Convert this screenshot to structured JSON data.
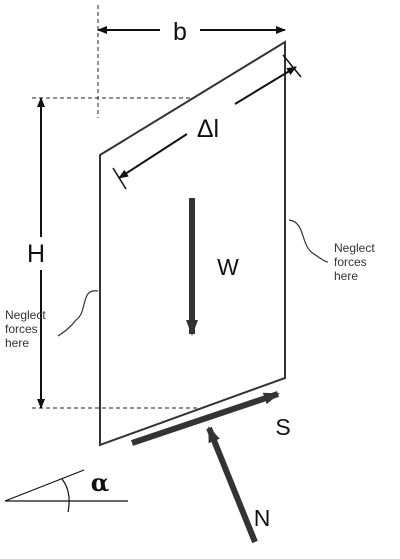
{
  "labels": {
    "b": "b",
    "delta_l": "Δl",
    "H": "H",
    "W": "W",
    "S": "S",
    "N": "N",
    "alpha": "α"
  },
  "notes": {
    "right": [
      "Neglect",
      "forces",
      "here"
    ],
    "left": [
      "Neglect",
      "forces",
      "here"
    ]
  }
}
